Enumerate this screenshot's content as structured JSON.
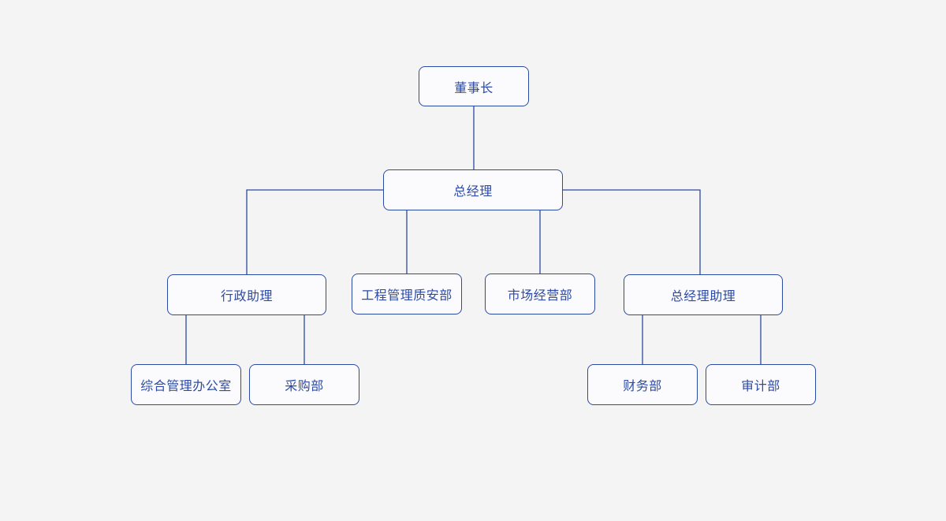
{
  "theme": {
    "page_background": "#f4f4f5",
    "node_fill": "#fbfbfd",
    "node_border": "#2b4aa2",
    "node_text": "#2d4ba6",
    "connector_line": "#2b4aa2"
  },
  "org_chart": {
    "type": "org-chart",
    "nodes": [
      {
        "id": "chairman",
        "label": "董事长",
        "level": 1
      },
      {
        "id": "general-manager",
        "label": "总经理",
        "level": 2
      },
      {
        "id": "admin-assistant",
        "label": "行政助理",
        "level": 3
      },
      {
        "id": "engineering-quality-safety",
        "label": "工程管理质安部",
        "level": 3
      },
      {
        "id": "marketing-operations",
        "label": "市场经营部",
        "level": 3
      },
      {
        "id": "gm-assistant",
        "label": "总经理助理",
        "level": 3
      },
      {
        "id": "general-management-office",
        "label": "综合管理办公室",
        "level": 4
      },
      {
        "id": "procurement",
        "label": "采购部",
        "level": 4
      },
      {
        "id": "finance",
        "label": "财务部",
        "level": 4
      },
      {
        "id": "audit",
        "label": "审计部",
        "level": 4
      }
    ],
    "edges": [
      {
        "from": "chairman",
        "to": "general-manager"
      },
      {
        "from": "general-manager",
        "to": "admin-assistant"
      },
      {
        "from": "general-manager",
        "to": "engineering-quality-safety"
      },
      {
        "from": "general-manager",
        "to": "marketing-operations"
      },
      {
        "from": "general-manager",
        "to": "gm-assistant"
      },
      {
        "from": "admin-assistant",
        "to": "general-management-office"
      },
      {
        "from": "admin-assistant",
        "to": "procurement"
      },
      {
        "from": "gm-assistant",
        "to": "finance"
      },
      {
        "from": "gm-assistant",
        "to": "audit"
      }
    ]
  }
}
